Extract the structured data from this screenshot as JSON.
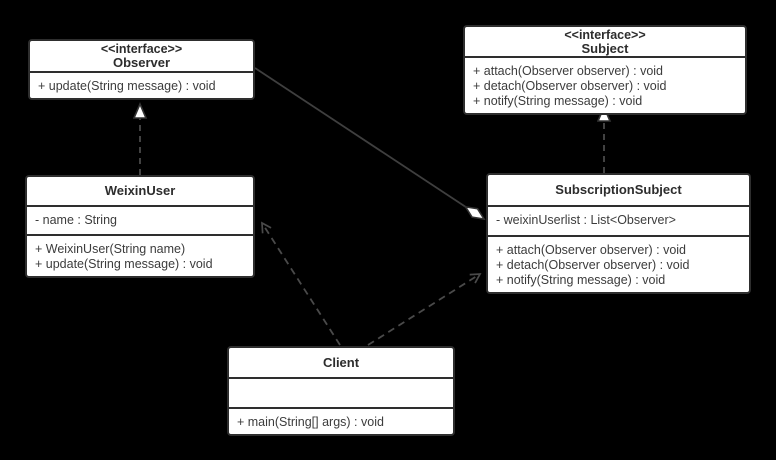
{
  "diagram": {
    "type": "uml-class-diagram",
    "pattern": "Observer pattern"
  },
  "colors": {
    "background": "#000000",
    "box_fill": "#ffffff",
    "box_border": "#2e2e2e",
    "text": "#3c3c3c",
    "edge": "#4a4a4a",
    "arrowhead_fill": "#ffffff"
  },
  "classes": {
    "observer": {
      "stereotype": "<<interface>>",
      "name": "Observer",
      "methods": [
        "+ update(String message) : void"
      ]
    },
    "subject": {
      "stereotype": "<<interface>>",
      "name": "Subject",
      "methods": [
        "+ attach(Observer observer) : void",
        "+ detach(Observer observer) : void",
        "+ notify(String message) : void"
      ]
    },
    "weixin_user": {
      "name": "WeixinUser",
      "attributes": [
        "- name : String"
      ],
      "methods": [
        "+ WeixinUser(String name)",
        "+ update(String message) : void"
      ]
    },
    "subscription_subject": {
      "name": "SubscriptionSubject",
      "attributes": [
        "- weixinUserlist : List<Observer>"
      ],
      "methods": [
        "+ attach(Observer observer) : void",
        "+ detach(Observer observer) : void",
        "+ notify(String message) : void"
      ]
    },
    "client": {
      "name": "Client",
      "attributes": [],
      "methods": [
        "+ main(String[] args) : void"
      ]
    }
  },
  "relationships": [
    {
      "from": "WeixinUser",
      "to": "Observer",
      "type": "realization",
      "style": "dashed-hollow-triangle"
    },
    {
      "from": "SubscriptionSubject",
      "to": "Subject",
      "type": "realization",
      "style": "dashed-hollow-triangle"
    },
    {
      "from": "Observer",
      "to": "SubscriptionSubject",
      "type": "aggregation",
      "style": "solid-hollow-diamond-at-subscriptionsubject"
    },
    {
      "from": "Client",
      "to": "WeixinUser",
      "type": "dependency",
      "style": "dashed-open-arrow"
    },
    {
      "from": "Client",
      "to": "SubscriptionSubject",
      "type": "dependency",
      "style": "dashed-open-arrow"
    }
  ]
}
